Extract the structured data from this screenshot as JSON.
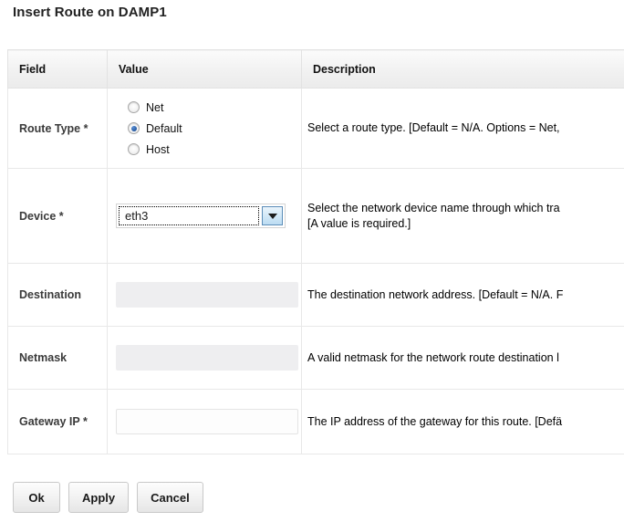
{
  "page": {
    "title": "Insert Route on DAMP1"
  },
  "table": {
    "headers": {
      "field": "Field",
      "value": "Value",
      "description": "Description"
    },
    "rows": [
      {
        "label": "Route Type *",
        "control": "radio-group",
        "options": [
          {
            "label": "Net",
            "checked": false
          },
          {
            "label": "Default",
            "checked": true
          },
          {
            "label": "Host",
            "checked": false
          }
        ],
        "description_lines": [
          "Select a route type. [Default = N/A. Options = Net,"
        ]
      },
      {
        "label": "Device *",
        "control": "select",
        "selected": "eth3",
        "description_lines": [
          "Select the network device name through which tra",
          "[A value is required.]"
        ]
      },
      {
        "label": "Destination",
        "control": "text-disabled",
        "value": "",
        "description_lines": [
          "The destination network address. [Default = N/A. F"
        ]
      },
      {
        "label": "Netmask",
        "control": "text-disabled",
        "value": "",
        "description_lines": [
          "A valid netmask for the network route destination l"
        ]
      },
      {
        "label": "Gateway IP *",
        "control": "text",
        "value": "",
        "description_lines": [
          "The IP address of the gateway for this route. [Defä"
        ]
      }
    ]
  },
  "buttons": {
    "ok": "Ok",
    "apply": "Apply",
    "cancel": "Cancel"
  }
}
